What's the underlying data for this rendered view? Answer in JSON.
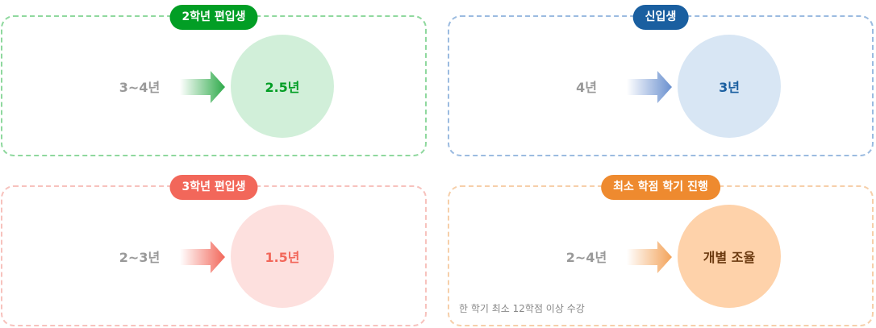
{
  "cards": [
    {
      "title": "2학년 편입생",
      "from": "3~4년",
      "to": "2.5년",
      "accent": "#029e25"
    },
    {
      "title": "신입생",
      "from": "4년",
      "to": "3년",
      "accent": "#1a5fa0"
    },
    {
      "title": "3학년 편입생",
      "from": "2~3년",
      "to": "1.5년",
      "accent": "#f2675a"
    },
    {
      "title": "최소 학점 학기 진행",
      "from": "2~4년",
      "to": "개별 조율",
      "accent": "#ee8a2f",
      "note": "한 학기 최소 12학점 이상 수강"
    }
  ]
}
